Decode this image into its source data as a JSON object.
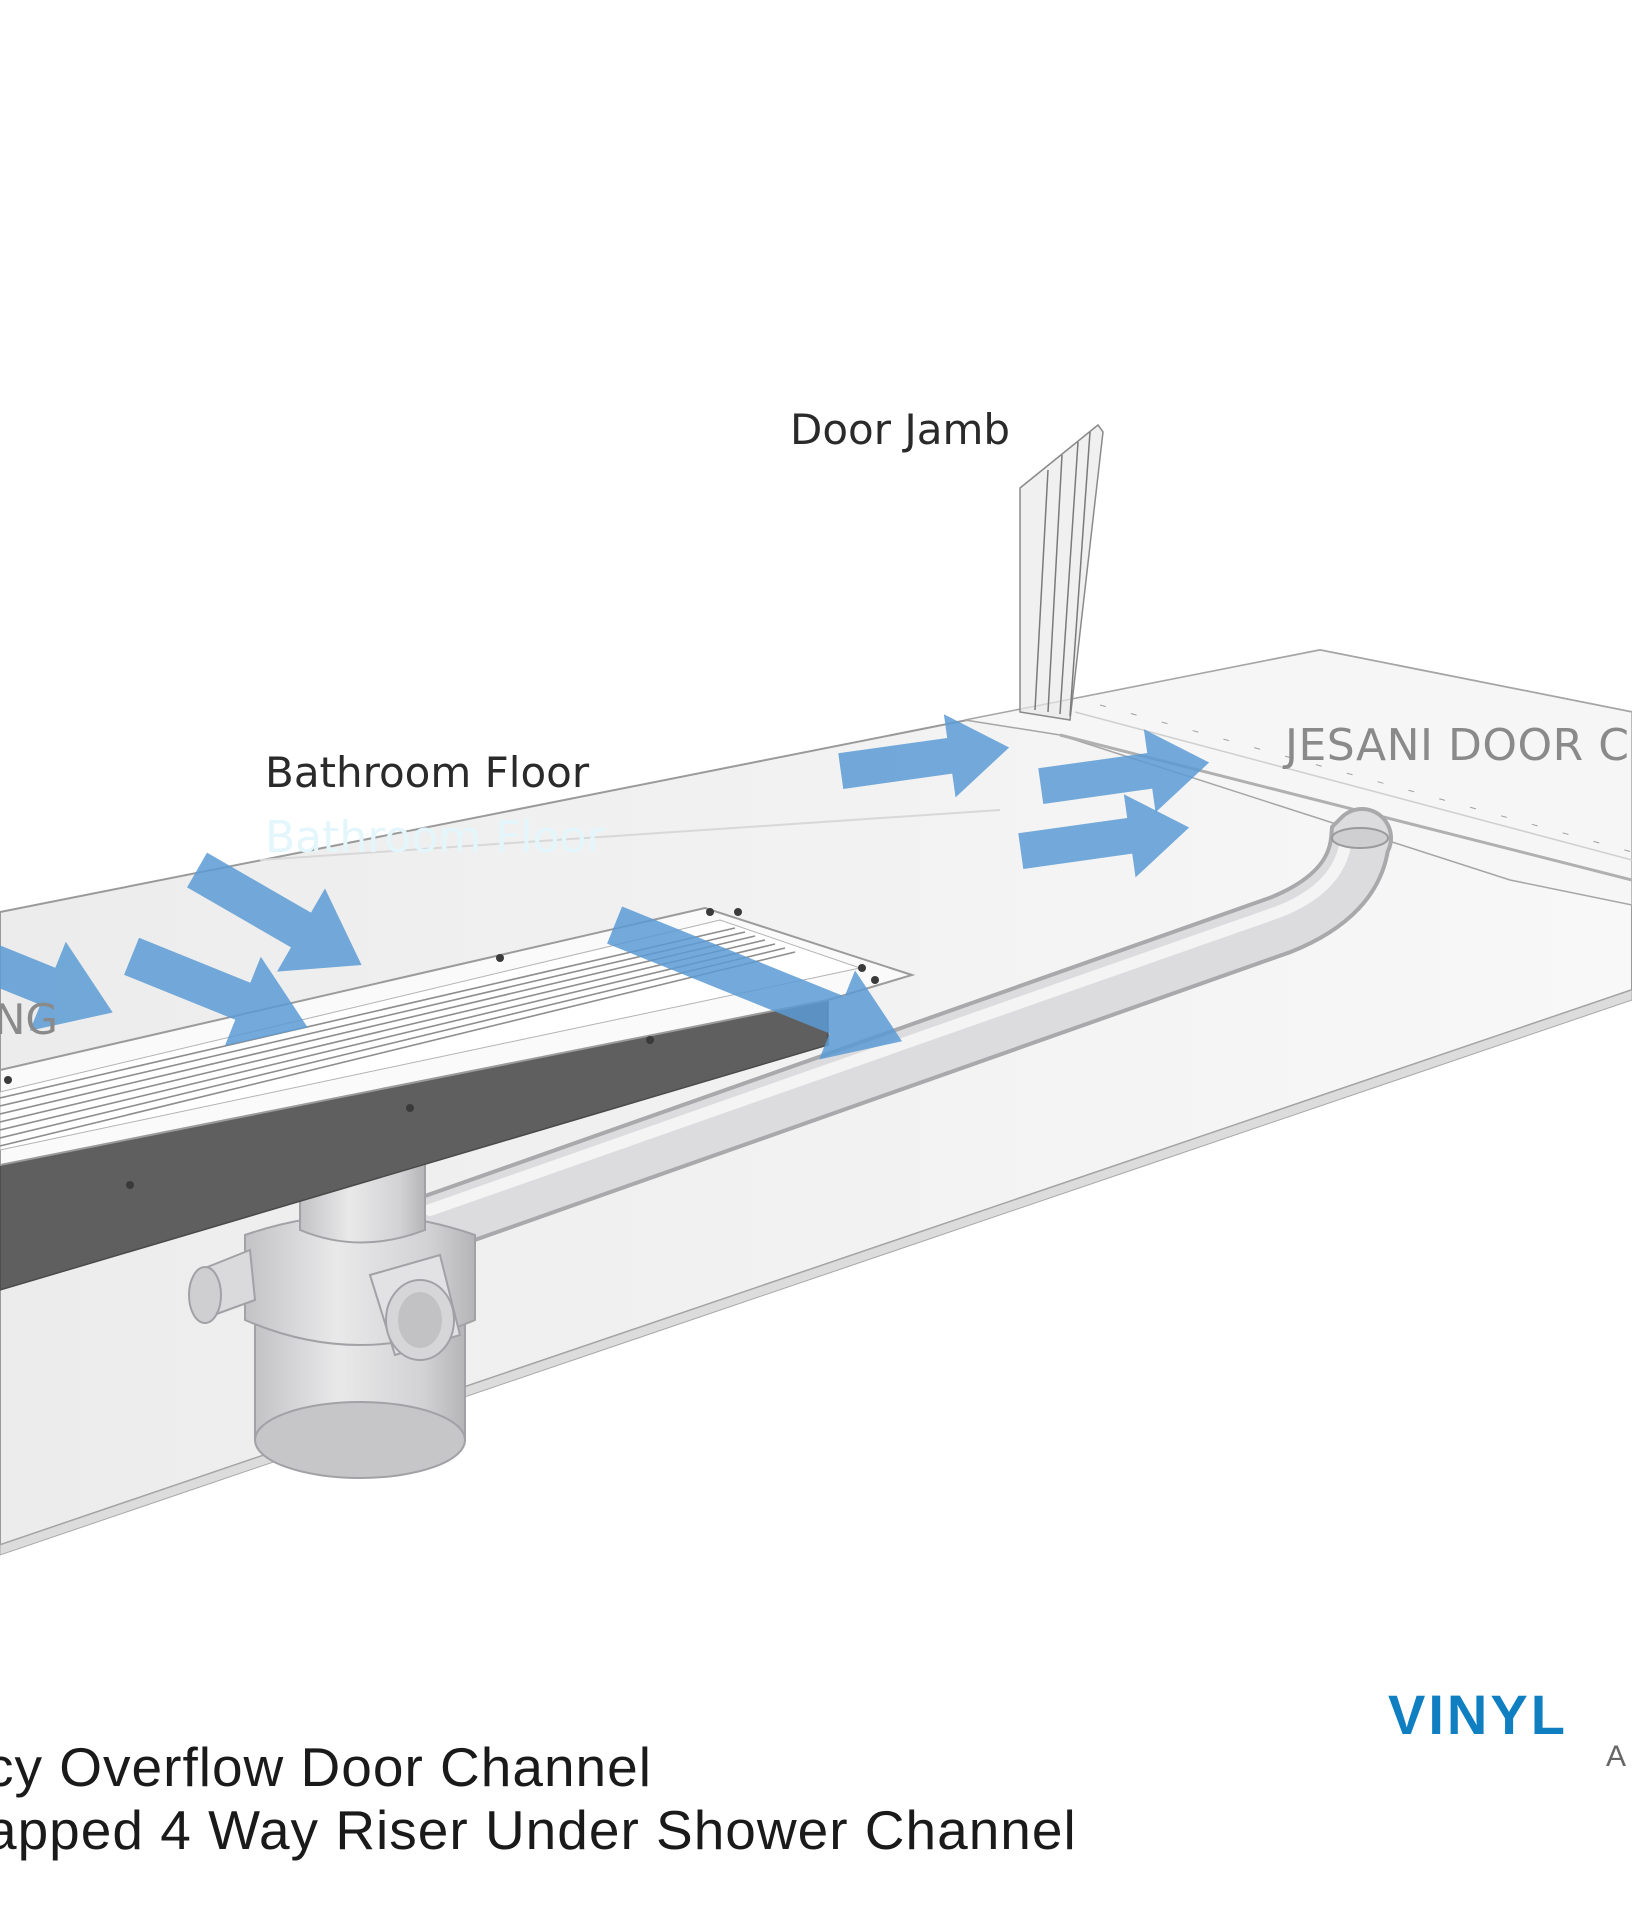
{
  "labels": {
    "door_jamb": "Door Jamb",
    "bathroom_floor": "Bathroom Floor",
    "bathroom_floor_faint": "Bathroom Floor",
    "jesani_door": "JESANI DOOR CH",
    "left_partial": "NG"
  },
  "captions": {
    "line1": "cy Overflow Door Channel",
    "line2": "apped 4 Way Riser Under Shower Channel"
  },
  "logo": {
    "word": "VINYL",
    "sub": "A",
    "color": "#0f7fc2"
  },
  "colors": {
    "arrow": "#5b9bd5",
    "floor": "#efefef",
    "pipe": "#d4d4d6",
    "channel_side": "#616161"
  },
  "icons": [
    "flow-arrow-icon"
  ]
}
